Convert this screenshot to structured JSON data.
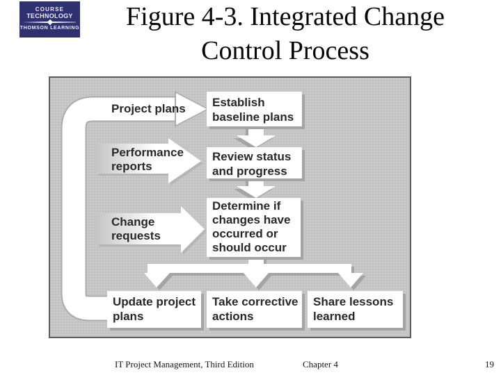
{
  "logo": {
    "course": "COURSE",
    "technology": "TECHNOLOGY",
    "thomson": "THOMSON LEARNING"
  },
  "title": "Figure 4-3. Integrated Change\nControl Process",
  "diagram": {
    "input_arrows": [
      {
        "id": "project-plans",
        "label": "Project plans"
      },
      {
        "id": "performance-reports",
        "label": "Performance\nreports"
      },
      {
        "id": "change-requests",
        "label": "Change\nrequests"
      }
    ],
    "process_boxes": [
      {
        "id": "establish-baseline-plans",
        "label": "Establish\nbaseline plans"
      },
      {
        "id": "review-status-progress",
        "label": "Review status\nand progress"
      },
      {
        "id": "determine-changes",
        "label": "Determine if\nchanges have\noccurred or\nshould occur"
      },
      {
        "id": "update-project-plans",
        "label": "Update project\nplans"
      },
      {
        "id": "take-corrective-actions",
        "label": "Take corrective\nactions"
      },
      {
        "id": "share-lessons-learned",
        "label": "Share lessons\nlearned"
      }
    ],
    "colors": {
      "panel_bg": "#c3c3c3",
      "panel_border": "#5e5e5e",
      "shape_fill": "#ffffff",
      "shape_shadow": "#a4a4a4",
      "text": "#282828",
      "logo_bg": "#2e3070"
    }
  },
  "footer": {
    "book": "IT Project Management, Third Edition",
    "chapter": "Chapter 4",
    "page": "19"
  }
}
